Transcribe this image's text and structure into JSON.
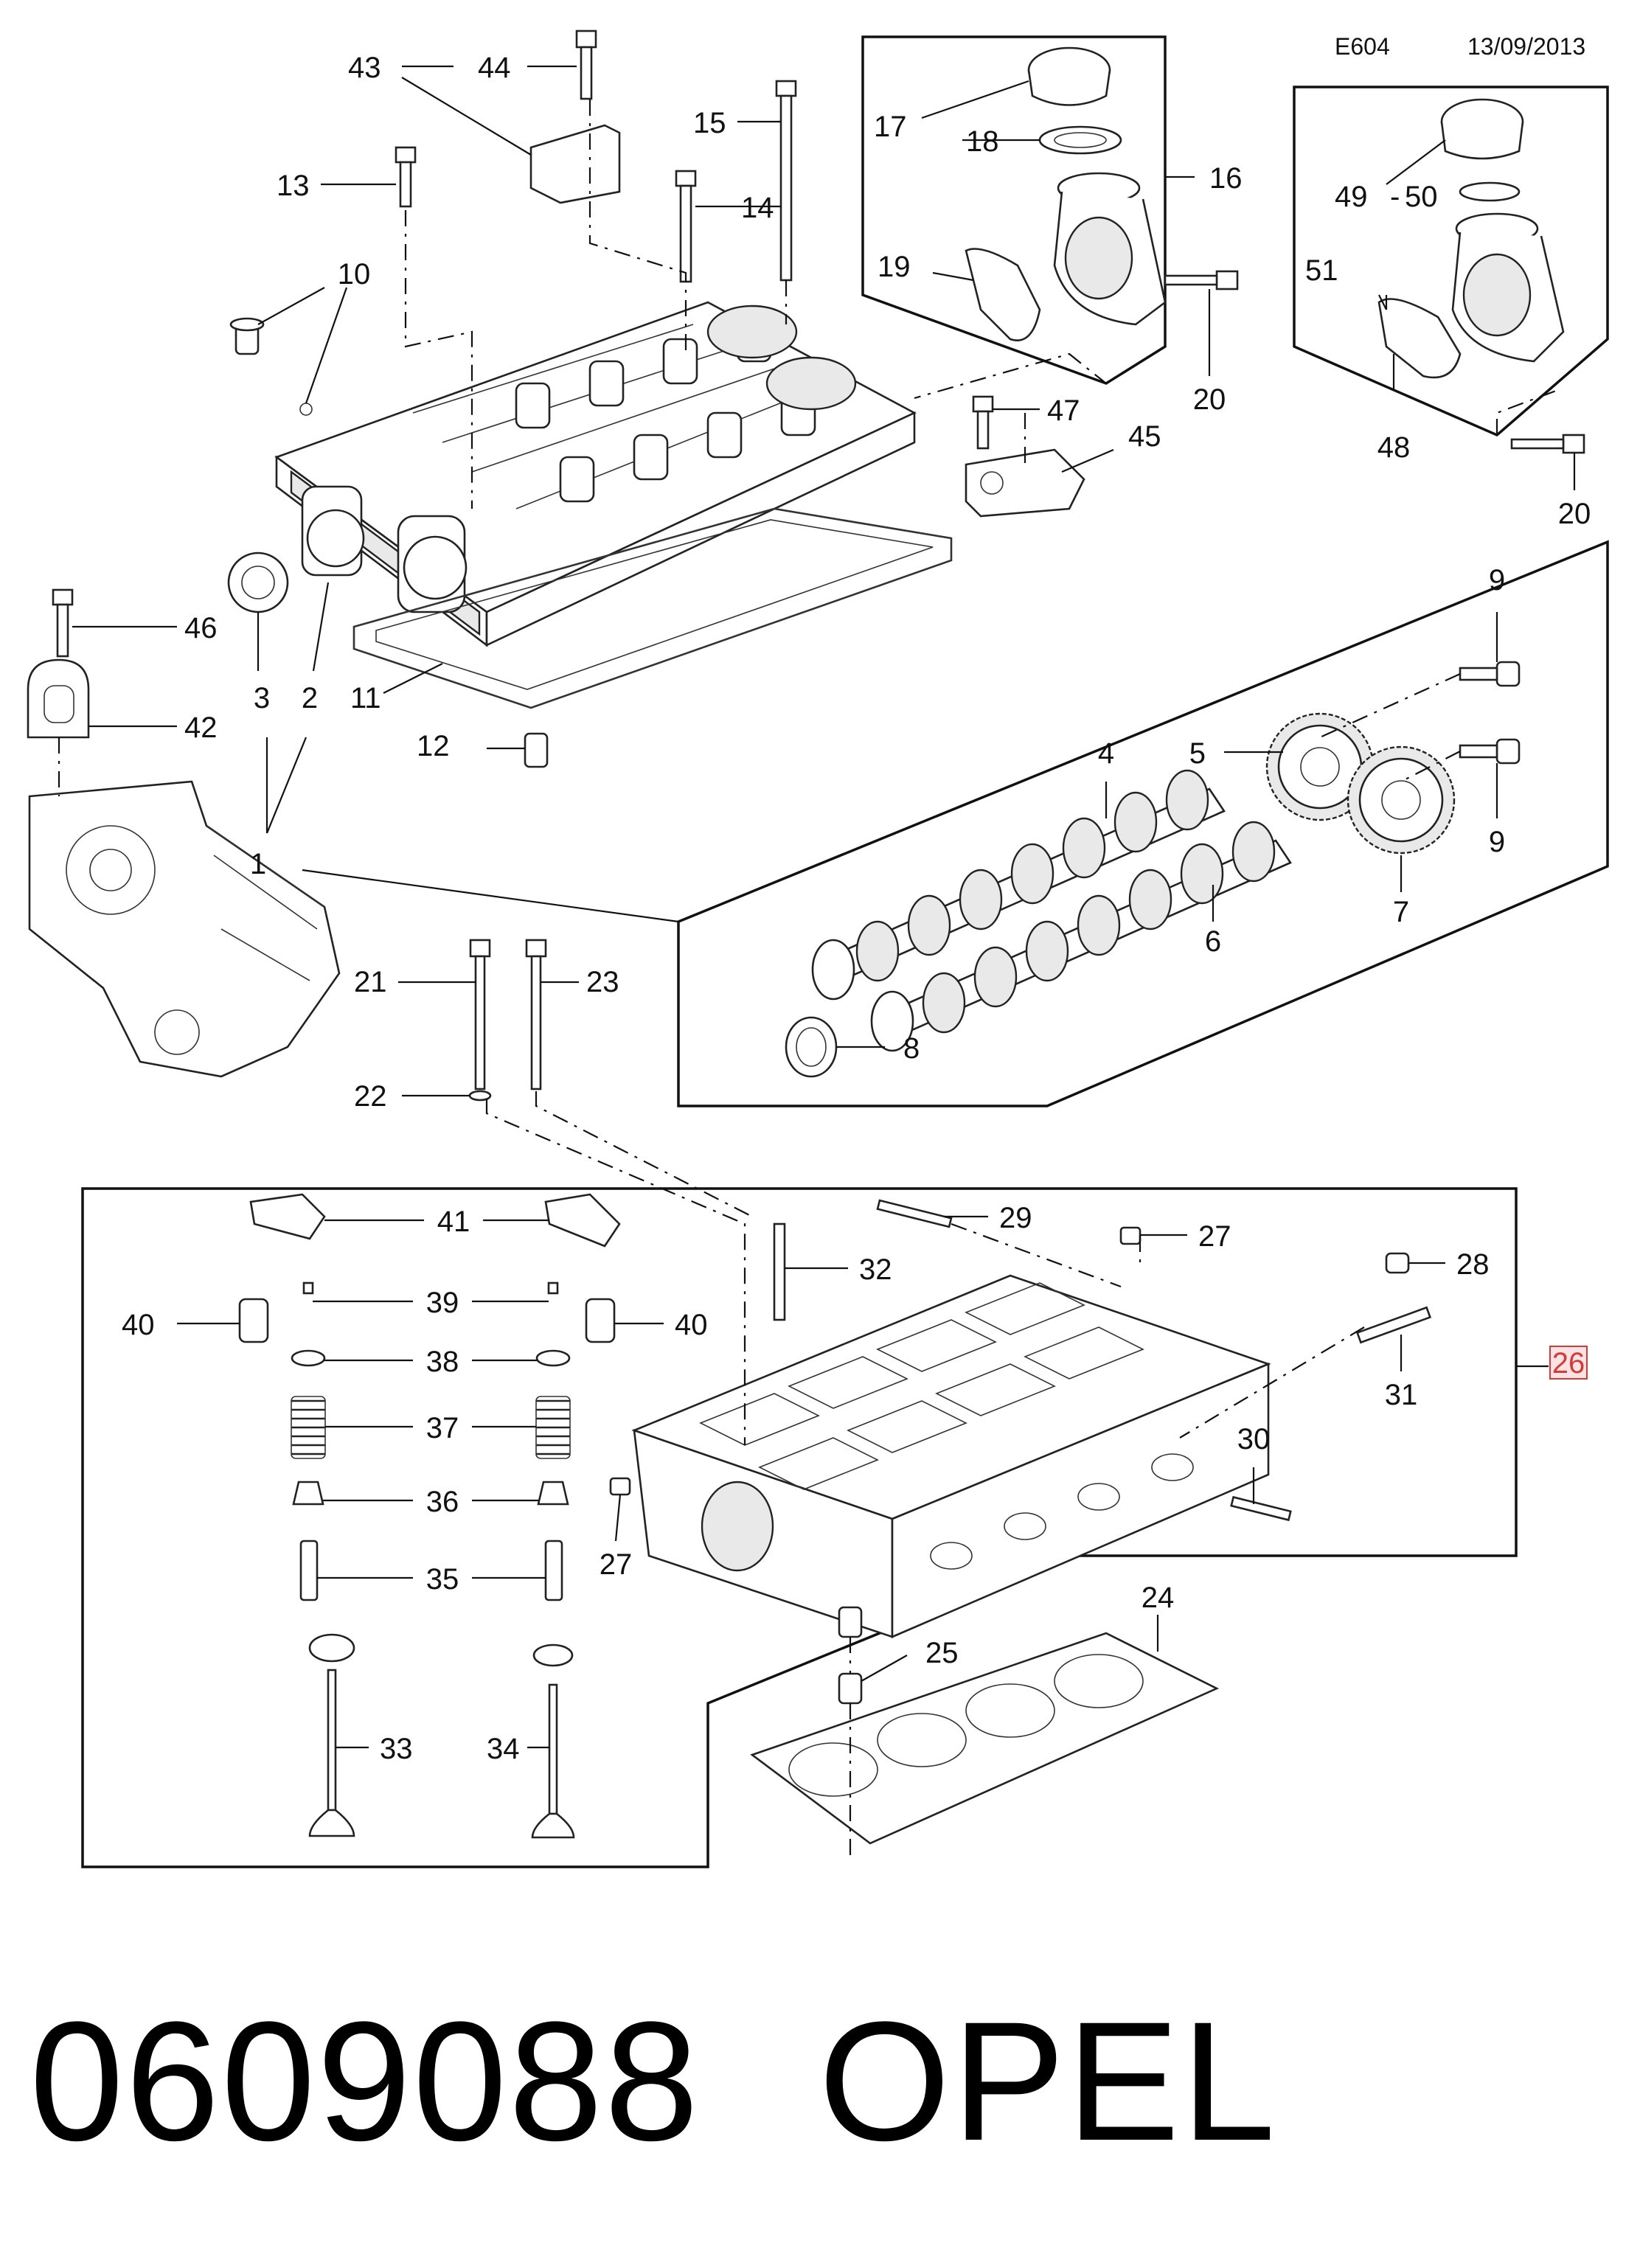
{
  "header": {
    "diagram_code": "E604",
    "date": "13/09/2013"
  },
  "labels": {
    "l1": "1",
    "l2": "2",
    "l3": "3",
    "l4": "4",
    "l5": "5",
    "l6": "6",
    "l7": "7",
    "l8": "8",
    "l9a": "9",
    "l9b": "9",
    "l10": "10",
    "l11": "11",
    "l12": "12",
    "l13": "13",
    "l14": "14",
    "l15": "15",
    "l16": "16",
    "l17": "17",
    "l18": "18",
    "l19": "19",
    "l20a": "20",
    "l20b": "20",
    "l21": "21",
    "l22": "22",
    "l23": "23",
    "l24": "24",
    "l25": "25",
    "l26": "26",
    "l27a": "27",
    "l27b": "27",
    "l28": "28",
    "l29": "29",
    "l30": "30",
    "l31": "31",
    "l32": "32",
    "l33": "33",
    "l34": "34",
    "l35": "35",
    "l36": "36",
    "l37": "37",
    "l38": "38",
    "l39": "39",
    "l40a": "40",
    "l40b": "40",
    "l41": "41",
    "l42": "42",
    "l43": "43",
    "l44": "44",
    "l45": "45",
    "l46": "46",
    "l47": "47",
    "l48": "48",
    "l49": "49",
    "l50": "50",
    "l51": "51"
  },
  "footer": {
    "part_number": "0609088",
    "brand": "OPEL"
  }
}
